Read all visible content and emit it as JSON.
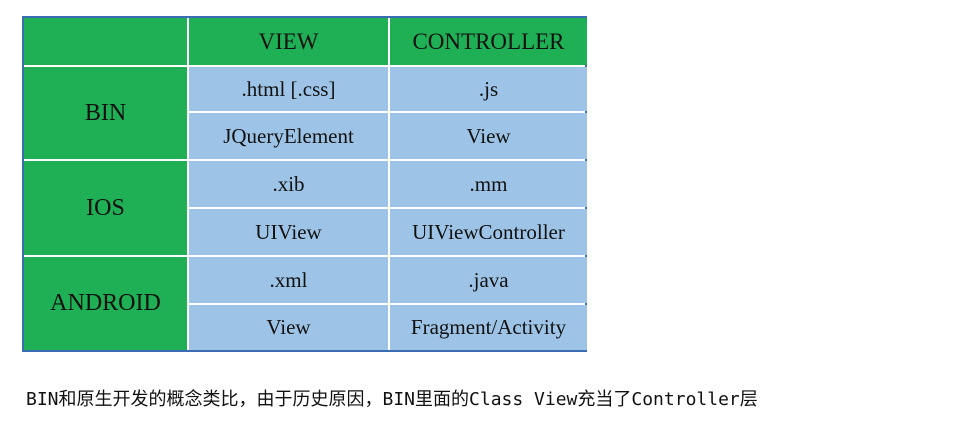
{
  "table": {
    "headers": [
      "",
      "VIEW",
      "CONTROLLER"
    ],
    "groups": [
      {
        "platform": "BIN",
        "rows": [
          {
            "view": ".html [.css]",
            "controller": ".js"
          },
          {
            "view": "JQueryElement",
            "controller": "View"
          }
        ]
      },
      {
        "platform": "IOS",
        "rows": [
          {
            "view": ".xib",
            "controller": ".mm"
          },
          {
            "view": "UIView",
            "controller": "UIViewController"
          }
        ]
      },
      {
        "platform": "ANDROID",
        "rows": [
          {
            "view": ".xml",
            "controller": ".java"
          },
          {
            "view": "View",
            "controller": "Fragment/Activity"
          }
        ]
      }
    ],
    "colors": {
      "header_green": "#1faf55",
      "cell_blue": "#9dc3e6",
      "border_blue": "#3a6db3"
    }
  },
  "caption": "BIN和原生开发的概念类比，由于历史原因，BIN里面的Class View充当了Controller层"
}
